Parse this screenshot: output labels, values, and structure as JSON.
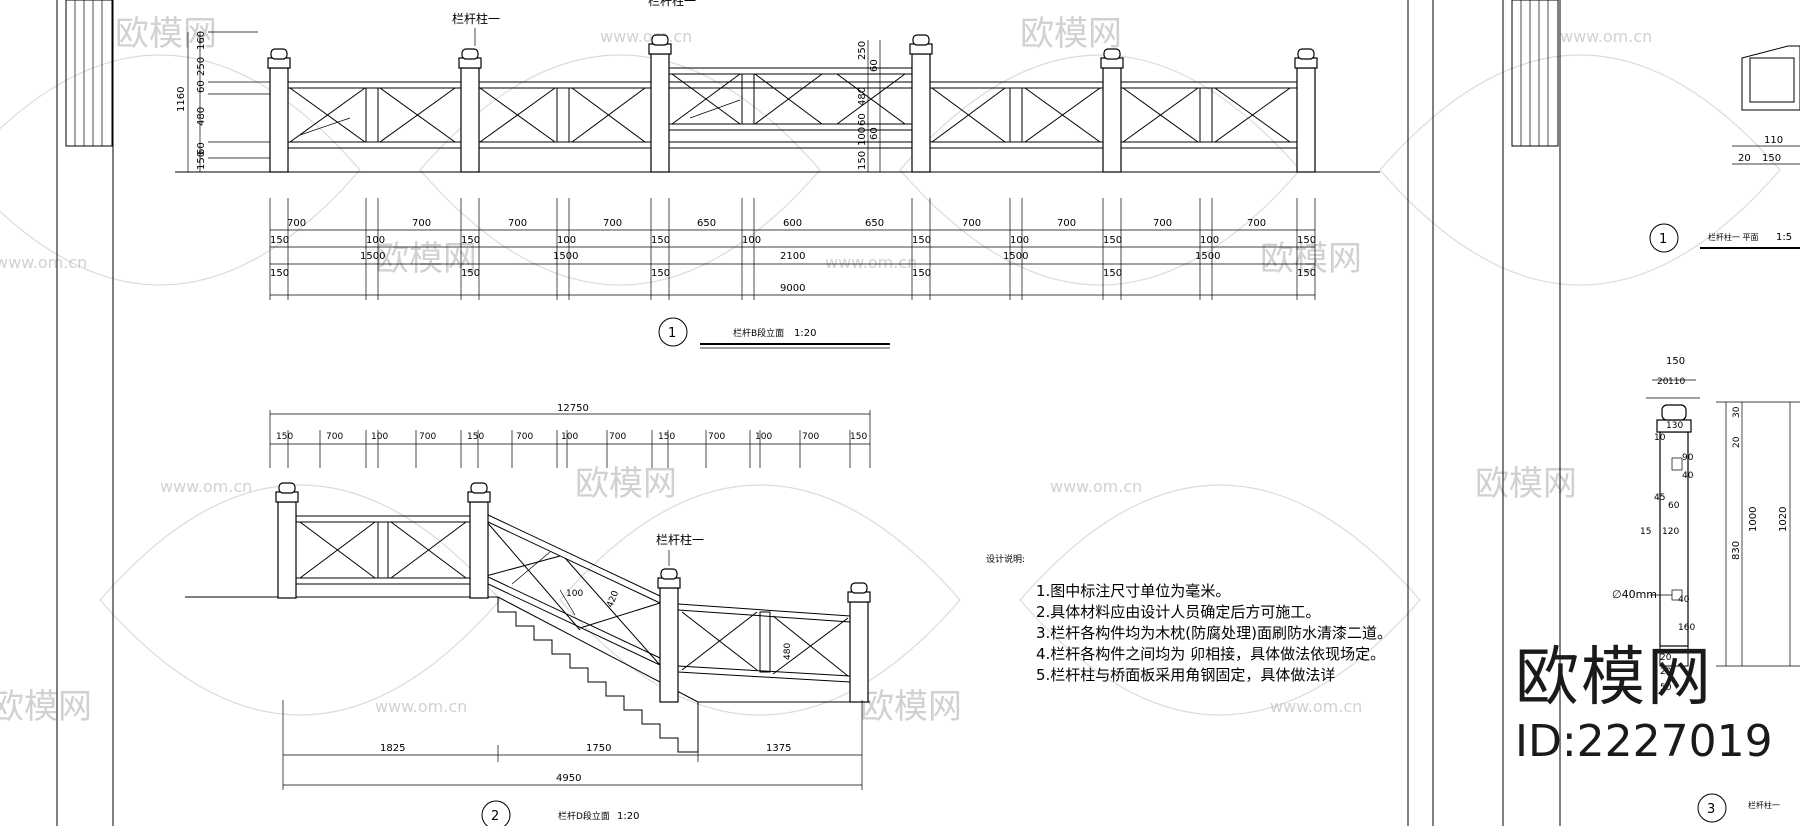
{
  "drawing": {
    "elevation_1": {
      "post_label_left": "栏杆柱一",
      "post_label_center": "栏杆柱一",
      "left_dims": [
        "1160",
        "160",
        "250",
        "60",
        "480",
        "60",
        "150"
      ],
      "center_dims": [
        "250",
        "60",
        "480",
        "60",
        "60",
        "100",
        "150"
      ],
      "row1": [
        "700",
        "700",
        "700",
        "700",
        "650",
        "600",
        "650",
        "700",
        "700",
        "700",
        "700"
      ],
      "row2": [
        "150",
        "100",
        "150",
        "100",
        "150",
        "100",
        "150",
        "100",
        "150",
        "100",
        "150"
      ],
      "row3_spans": [
        "1500",
        "1500",
        "2100",
        "1500",
        "1500"
      ],
      "row3_posts": [
        "150",
        "150",
        "150",
        "150",
        "150",
        "150"
      ],
      "total": "9000",
      "callout_number": "1",
      "callout_title": "栏杆B段立面",
      "callout_scale": "1:20"
    },
    "elevation_2": {
      "total_top": "12750",
      "top_dims": [
        "150",
        "700",
        "100",
        "700",
        "150",
        "700",
        "100",
        "700",
        "150",
        "700",
        "100",
        "700",
        "150"
      ],
      "post_label": "栏杆柱一",
      "diag_dims": [
        "100",
        "420",
        "480"
      ],
      "bottom_dims": [
        "1825",
        "1750",
        "1375"
      ],
      "bottom_total": "4950",
      "callout_number": "2",
      "callout_title": "栏杆D段立面",
      "callout_scale": "1:20"
    },
    "post_detail": {
      "plan_dims": [
        "110",
        "20",
        "150"
      ],
      "callout_1_number": "1",
      "callout_1_title": "栏杆柱一 平面",
      "callout_1_scale": "1:5",
      "top_dims": [
        "150",
        "20",
        "110"
      ],
      "side_dims": [
        "130",
        "10",
        "90",
        "40",
        "45",
        "60",
        "15",
        "120",
        "40",
        "160",
        "20",
        "20",
        "50"
      ],
      "right_dims": [
        "30",
        "20",
        "1000",
        "830",
        "1020"
      ],
      "flange_label": "∅40mm",
      "callout_3_number": "3",
      "callout_3_title": "栏杆柱一"
    },
    "notes": {
      "title": "设计说明:",
      "items": [
        "1.图中标注尺寸单位为毫米。",
        "2.具体材料应由设计人员确定后方可施工。",
        "3.栏杆各构件均为木枕(防腐处理)面刷防水清漆二道。",
        "4.栏杆各构件之间均为  卯相接，具体做法依现场定。",
        "5.栏杆柱与桥面板采用角钢固定，具体做法详"
      ]
    },
    "watermark": {
      "name": "欧模网",
      "url": "www.om.cn"
    },
    "brand": {
      "name": "欧模网",
      "id": "ID:2227019"
    }
  }
}
